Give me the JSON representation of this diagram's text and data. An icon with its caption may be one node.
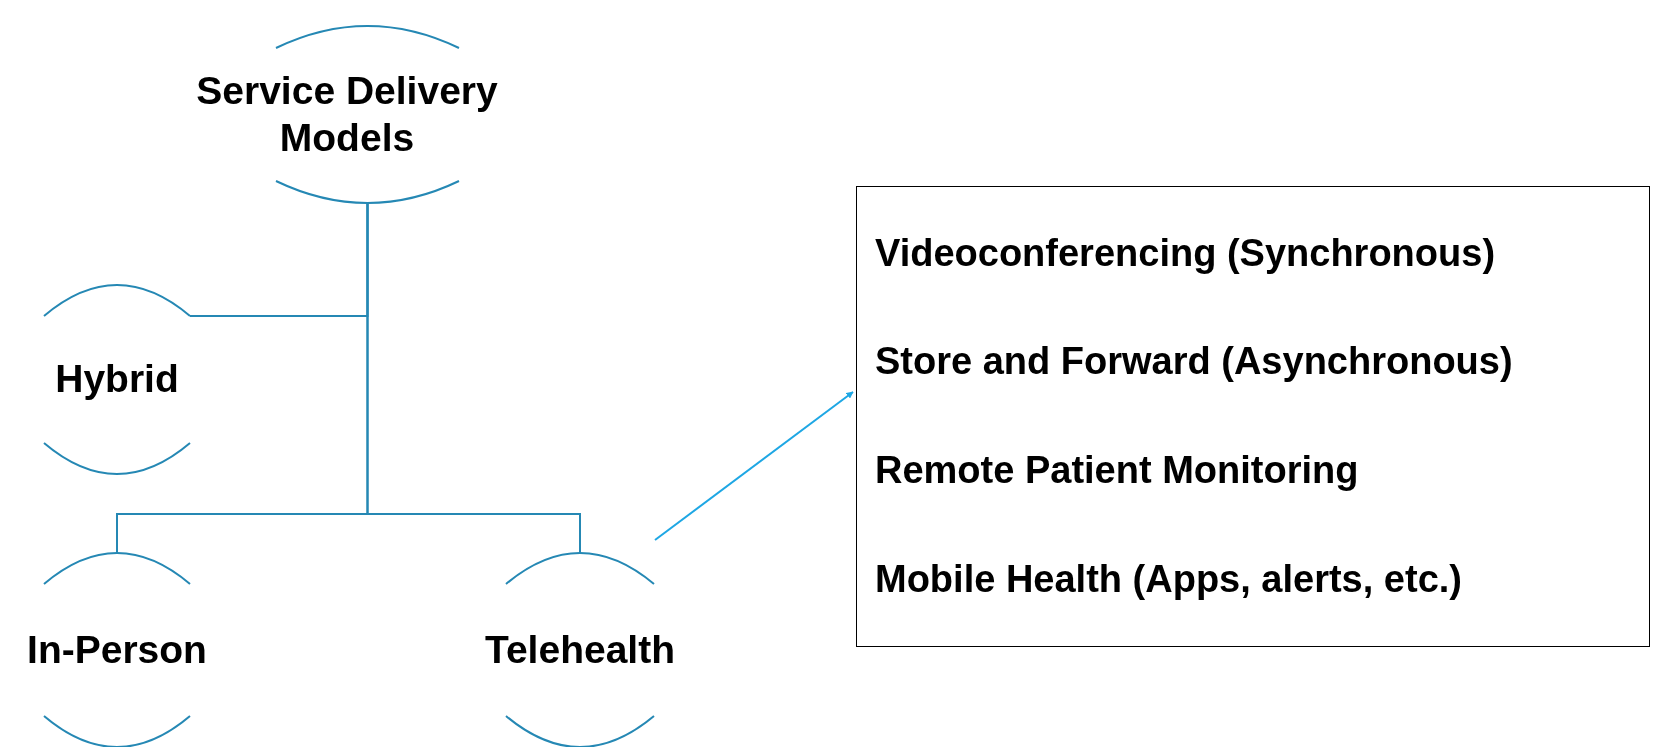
{
  "diagram": {
    "nodes": [
      {
        "text": [
          "Service Delivery Models"
        ]
      },
      {
        "text": [
          "Hybrid"
        ]
      },
      {
        "text": [
          "In-Person"
        ]
      },
      {
        "text": [
          "Telehealth"
        ]
      },
      {
        "text": [
          "Videoconferencing (Synchronous)",
          "Store and Forward (Asynchronous)",
          "Remote Patient Monitoring",
          "Mobile Health (Apps, alerts, etc.)"
        ]
      }
    ],
    "edges": [
      {
        "from": 0,
        "to": 1,
        "arrow": "none"
      },
      {
        "from": 0,
        "to": 2,
        "arrow": "none"
      },
      {
        "from": 0,
        "to": 3,
        "arrow": "none"
      },
      {
        "from": 3,
        "to": 4,
        "arrow": "to",
        "color": "#1ea7e4"
      }
    ]
  }
}
